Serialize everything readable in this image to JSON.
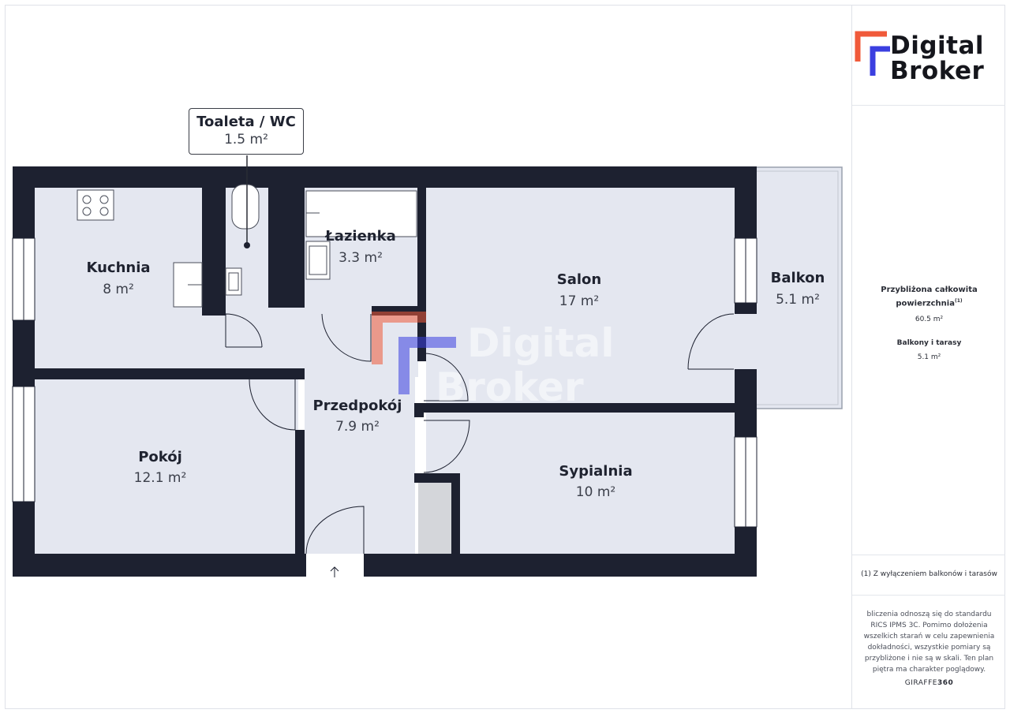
{
  "brand": {
    "line1": "Digital",
    "line2": "Broker",
    "colors": {
      "orange": "#f05a3a",
      "blue": "#3b3fe0"
    }
  },
  "watermark": {
    "line1": "Digital",
    "line2": "Broker"
  },
  "rooms": {
    "kuchnia": {
      "name": "Kuchnia",
      "area": "8 m²"
    },
    "toaleta": {
      "name": "Toaleta / WC",
      "area": "1.5 m²"
    },
    "lazienka": {
      "name": "Łazienka",
      "area": "3.3 m²"
    },
    "salon": {
      "name": "Salon",
      "area": "17 m²"
    },
    "balkon": {
      "name": "Balkon",
      "area": "5.1 m²"
    },
    "przedpokoj": {
      "name": "Przedpokój",
      "area": "7.9 m²"
    },
    "pokoj": {
      "name": "Pokój",
      "area": "12.1 m²"
    },
    "sypialnia": {
      "name": "Sypialnia",
      "area": "10 m²"
    }
  },
  "summary": {
    "total_label_line1": "Przybliżona całkowita",
    "total_label_line2": "powierzchnia",
    "total_sup": "(1)",
    "total_value": "60.5 m²",
    "balcony_label": "Balkony i tarasy",
    "balcony_value": "5.1 m²"
  },
  "footnote": "(1) Z wyłączeniem balkonów i tarasów",
  "disclaimer": [
    "bliczenia odnoszą się do standardu",
    "RICS IPMS 3C. Pomimo dołożenia",
    "wszelkich starań w celu zapewnienia",
    "dokładności, wszystkie pomiary są",
    "przybliżone i nie są w skali. Ten plan",
    "piętra ma charakter poglądowy."
  ],
  "credit": {
    "prefix": "GIRAFFE",
    "suffix": "360"
  }
}
